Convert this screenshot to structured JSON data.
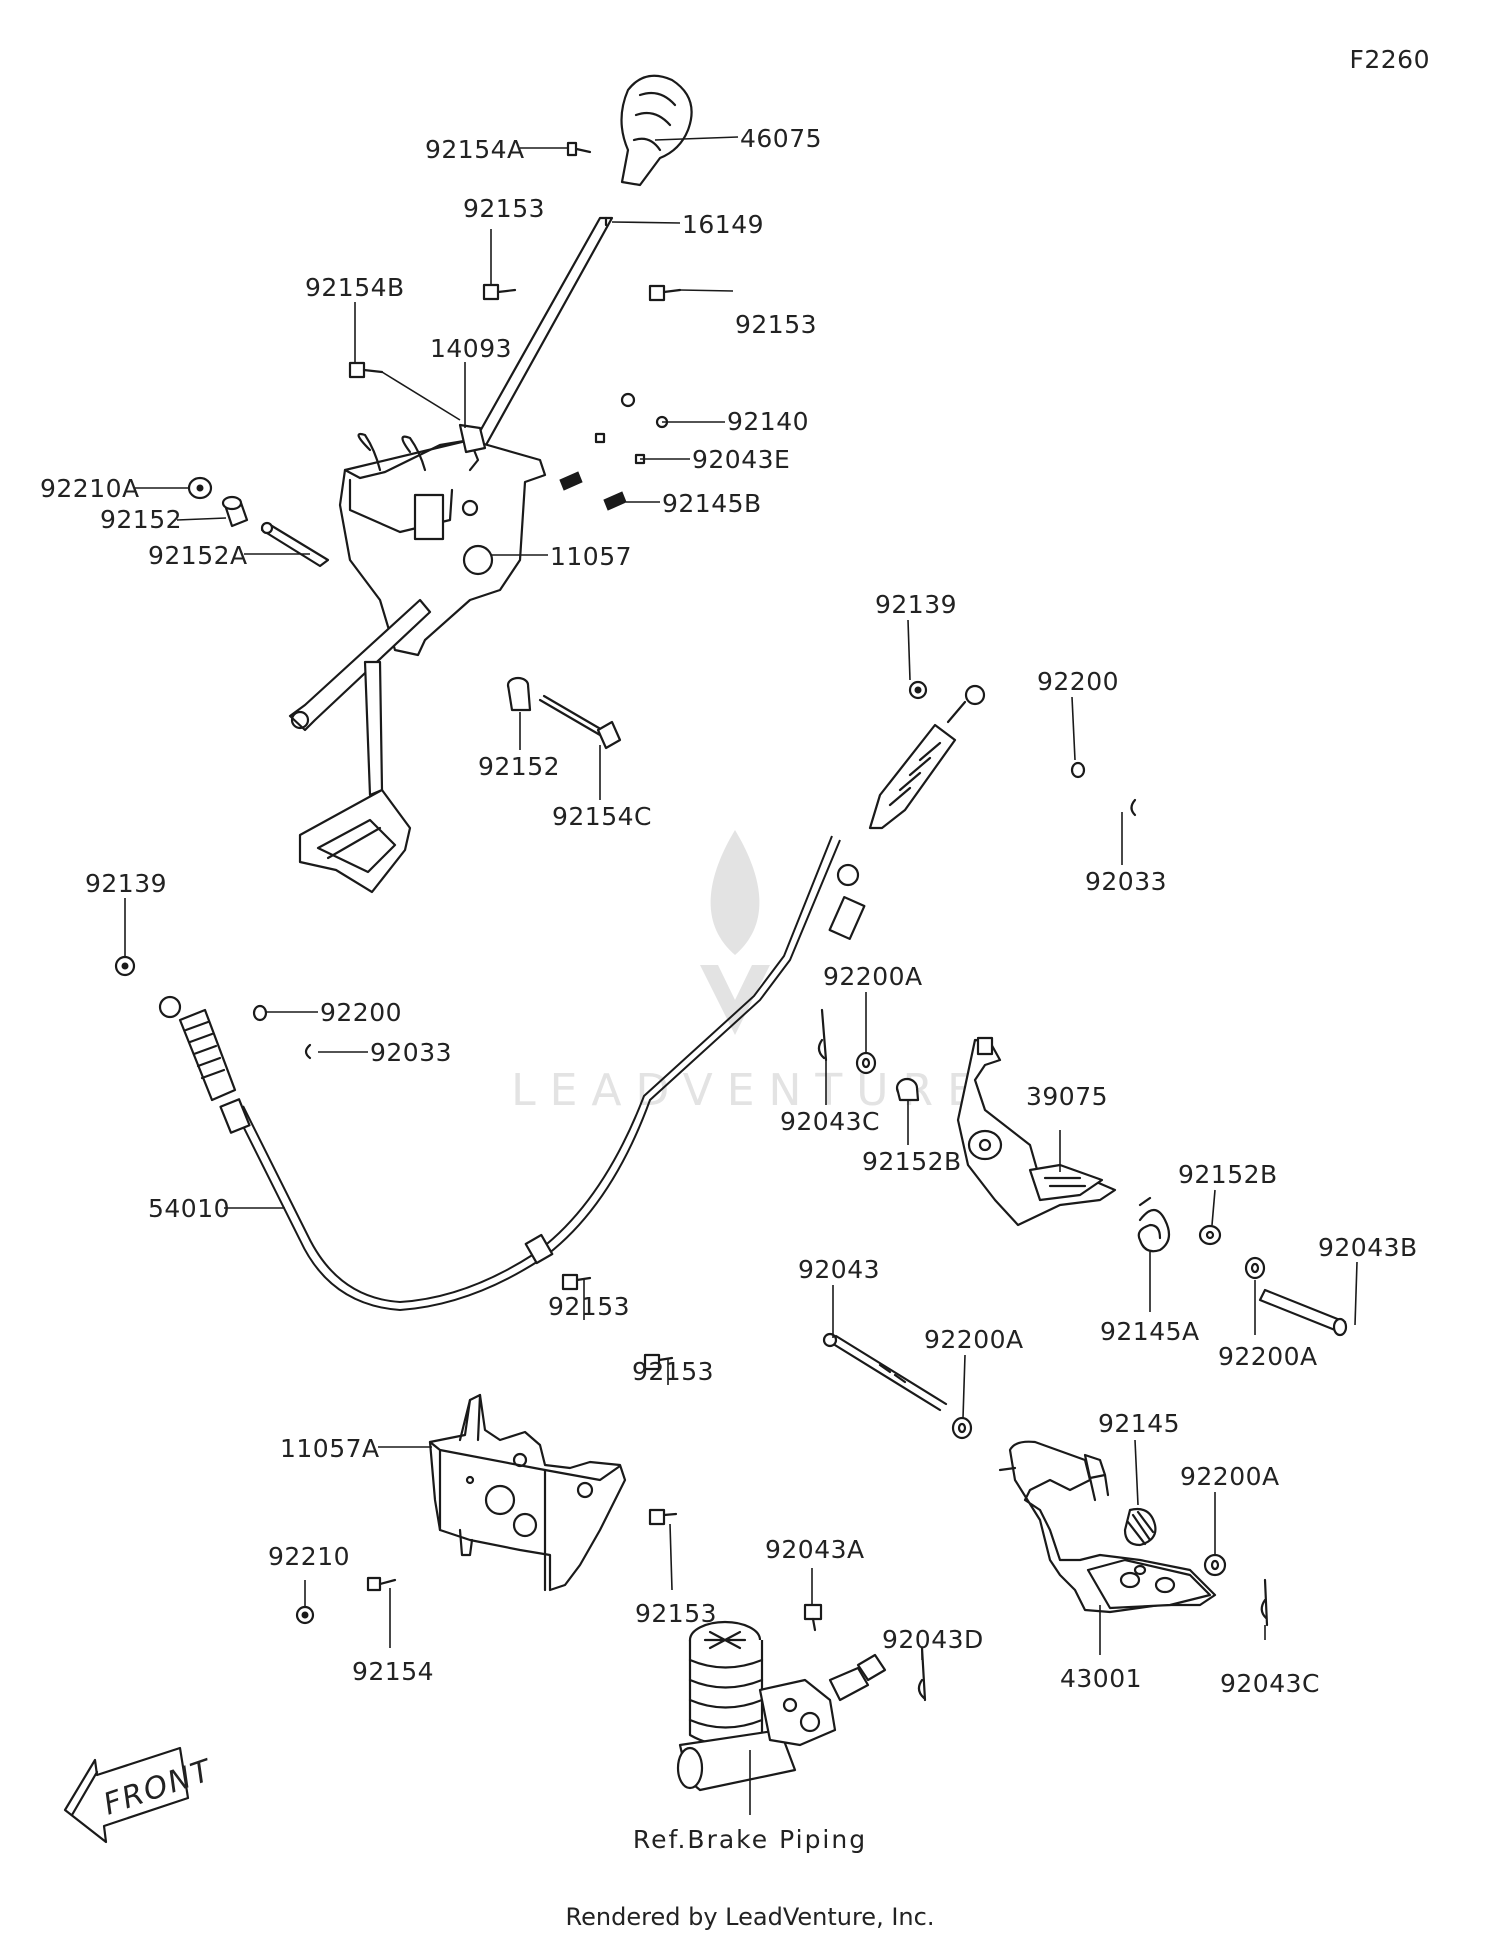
{
  "diagram_code": "F2260",
  "footer": "Rendered by LeadVenture, Inc.",
  "watermark": "LEADVENTURE",
  "front_label": "FRONT",
  "ref_label": "Ref.Brake Piping",
  "labels": {
    "p46075": "46075",
    "p92154A": "92154A",
    "p92153_a": "92153",
    "p16149": "16149",
    "p92154B": "92154B",
    "p92153_b": "92153",
    "p14093": "14093",
    "p92140": "92140",
    "p92043E": "92043E",
    "p92210A": "92210A",
    "p92145B": "92145B",
    "p92152_a": "92152",
    "p92152A": "92152A",
    "p11057": "11057",
    "p92139_a": "92139",
    "p92200_a": "92200",
    "p92152_b": "92152",
    "p92154C": "92154C",
    "p92033_a": "92033",
    "p92139_b": "92139",
    "p92200_b": "92200",
    "p92033_b": "92033",
    "p92200A_a": "92200A",
    "p39075": "39075",
    "p92043C_a": "92043C",
    "p92152B_a": "92152B",
    "p92152B_b": "92152B",
    "p54010": "54010",
    "p92043B": "92043B",
    "p92145A": "92145A",
    "p92043": "92043",
    "p92200A_b": "92200A",
    "p92200A_c": "92200A",
    "p92153_c": "92153",
    "p92153_d": "92153",
    "p92145": "92145",
    "p92200A_d": "92200A",
    "p11057A": "11057A",
    "p92210": "92210",
    "p92043A": "92043A",
    "p92153_e": "92153",
    "p92043D": "92043D",
    "p92154": "92154",
    "p43001": "43001",
    "p92043C_b": "92043C"
  }
}
